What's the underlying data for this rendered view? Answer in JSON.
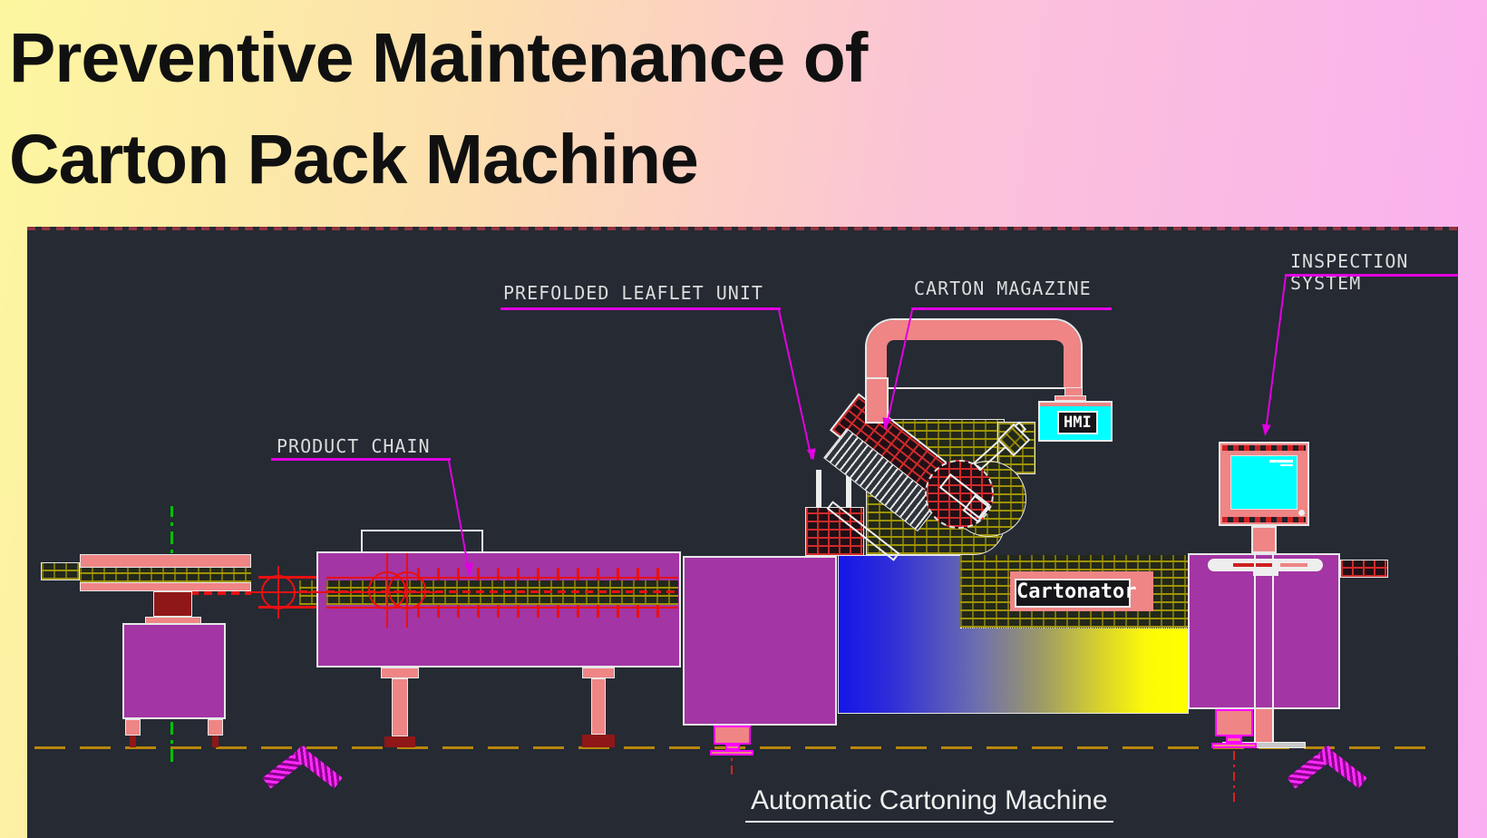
{
  "header": {
    "title_line1": "Preventive Maintenance of",
    "title_line2": "Carton Pack Machine"
  },
  "diagram": {
    "caption": "Automatic Cartoning Machine",
    "labels": {
      "product_chain": "PRODUCT CHAIN",
      "prefolded_leaflet_unit": "PREFOLDED LEAFLET UNIT",
      "carton_magazine": "CARTON MAGAZINE",
      "inspection_line1": "INSPECTION",
      "inspection_line2": "SYSTEM"
    },
    "machine_text": {
      "hmi": "HMI",
      "cartonator": "Cartonator"
    },
    "colors": {
      "canvas_bg": "#252a33",
      "leader_magenta": "#e100e1",
      "salmon": "#ef8585",
      "machine_purple": "#a335a5",
      "dark_red": "#8f1717",
      "brick_red": "#cf2a2a",
      "brick_olive": "#a59800",
      "cyan_screen": "#00ffff",
      "gradient_blue": "#1515e8",
      "gradient_yellow": "#ffff00",
      "ground_ochre": "#b8860b",
      "centerline_green": "#00c000",
      "label_text": "#dcdcdc",
      "background_yellow": "#fdf7a0",
      "background_pink": "#faaff2"
    }
  }
}
